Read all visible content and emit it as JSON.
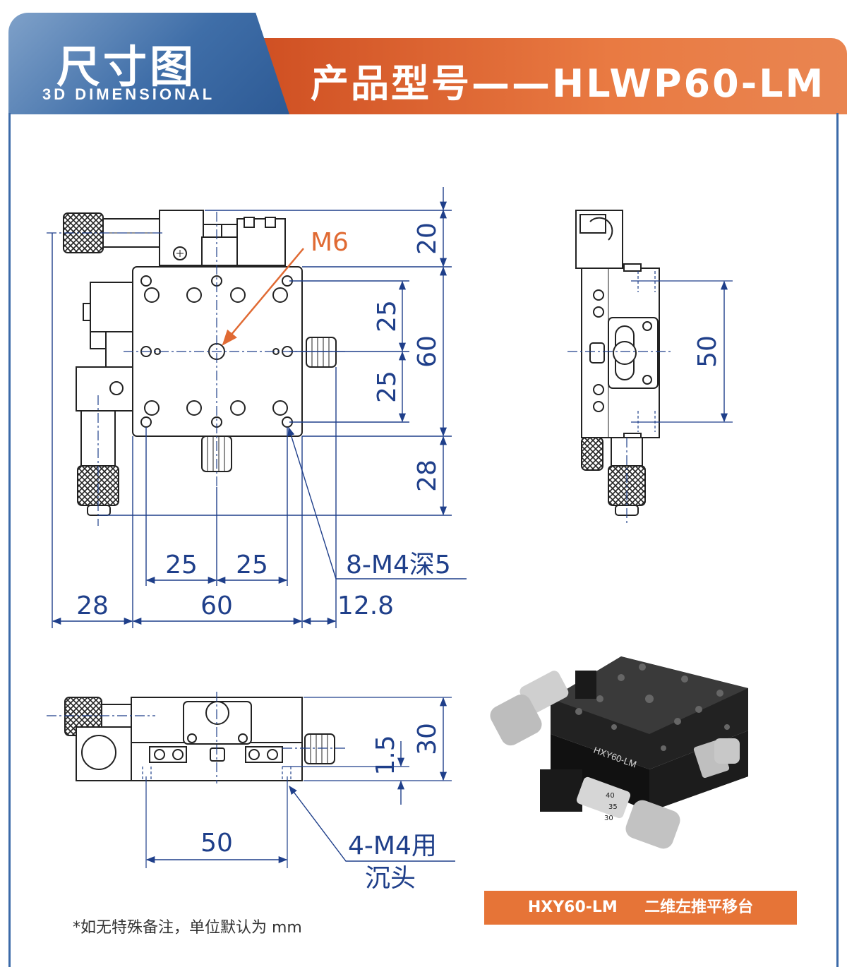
{
  "header": {
    "title": "尺寸图",
    "subtitle": "3D DIMENSIONAL",
    "model": "产品型号——HLWP60-LM"
  },
  "colors": {
    "header_blue": "#3f6ea8",
    "header_orange": "#e06a33",
    "dimension_blue": "#1f3f8a",
    "callout_orange": "#e06a33",
    "caption_bg": "#e67437"
  },
  "top_view": {
    "callout_m6": "M6",
    "callout_holes": "8-M4深5",
    "dim_right_top": "20",
    "dim_right_25a": "25",
    "dim_right_25b": "25",
    "dim_right_60": "60",
    "dim_right_bottom": "28",
    "dim_bottom_25a": "25",
    "dim_bottom_25b": "25",
    "dim_bottom_28": "28",
    "dim_bottom_60": "60",
    "dim_bottom_128": "12.8"
  },
  "side_view": {
    "dim_50": "50"
  },
  "front_view": {
    "dim_30": "30",
    "dim_15": "1.5",
    "dim_50": "50",
    "callout_line1": "4-M4用",
    "callout_line2": "沉头"
  },
  "photo": {
    "label": "HXY60-LM",
    "scale_40": "40",
    "scale_35": "35",
    "scale_30": "30"
  },
  "caption": "HXY60-LM     二维左推平移台",
  "footnote": "*如无特殊备注，单位默认为 mm"
}
